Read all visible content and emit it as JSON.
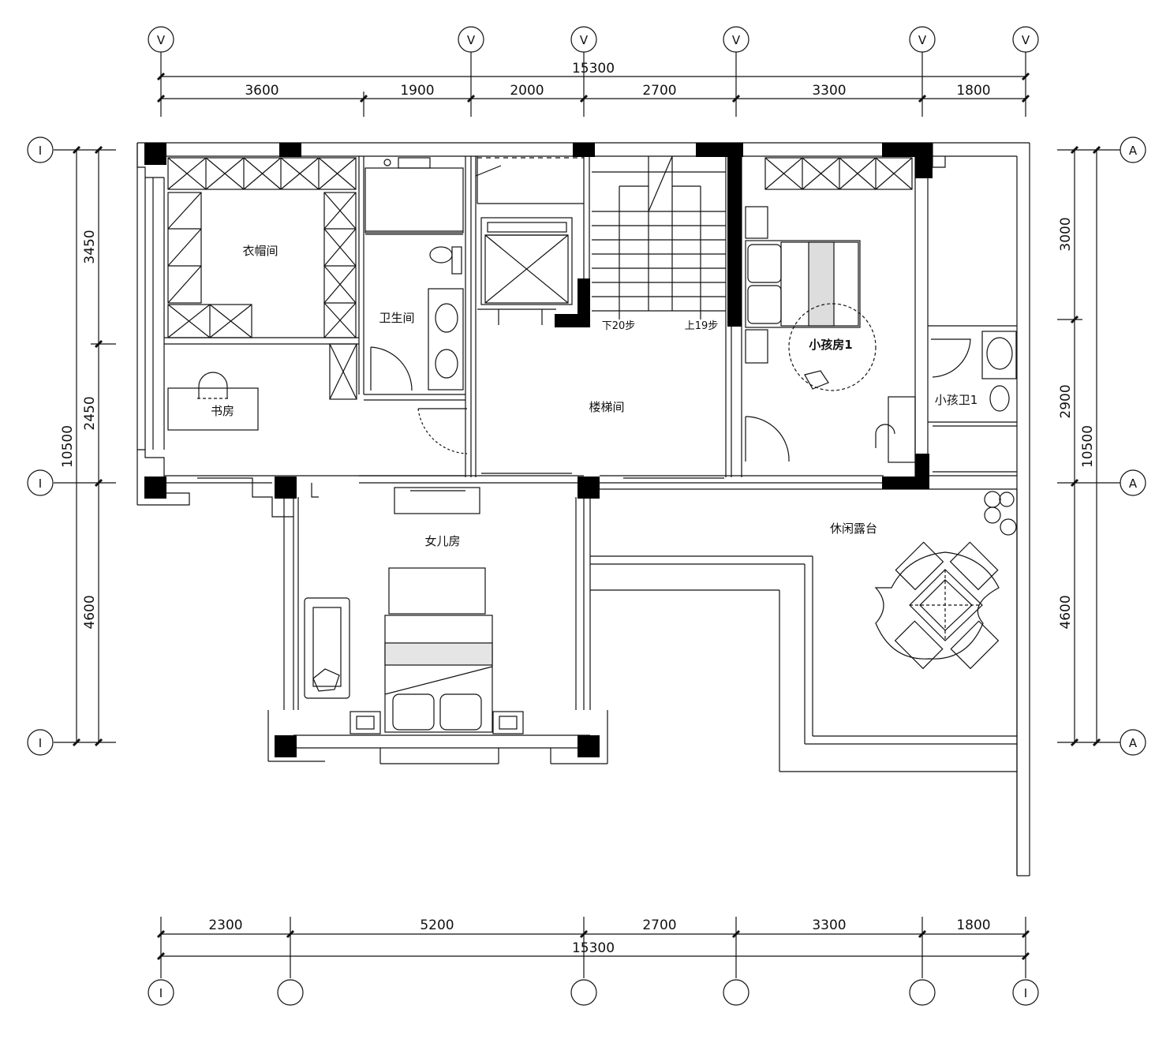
{
  "top_dimensions": {
    "total": "15300",
    "segments": [
      "3600",
      "1900",
      "2000",
      "2700",
      "3300",
      "1800"
    ]
  },
  "bottom_dimensions": {
    "total": "15300",
    "segments": [
      "2300",
      "5200",
      "2700",
      "3300",
      "1800"
    ]
  },
  "left_dimensions": {
    "total": "10500",
    "segments": [
      "3450",
      "2450",
      "4600"
    ]
  },
  "right_dimensions": {
    "total": "10500",
    "segments": [
      "3000",
      "2900",
      "4600"
    ]
  },
  "axis_labels": {
    "top": [
      "V",
      "V",
      "V",
      "V",
      "V",
      "V"
    ],
    "left": [
      "I",
      "I",
      "I"
    ],
    "right": [
      "A",
      "A",
      "A"
    ],
    "bottom": [
      "I",
      "",
      "",
      "",
      "",
      "I"
    ]
  },
  "rooms": {
    "cloakroom": "衣帽间",
    "bathroom": "卫生间",
    "study": "书房",
    "stairwell": "楼梯间",
    "daughter_room": "女儿房",
    "child_room": "小孩房1",
    "child_bath": "小孩卫1",
    "terrace": "休闲露台"
  },
  "stair_notes": {
    "down": "下20步",
    "up": "上19步"
  }
}
